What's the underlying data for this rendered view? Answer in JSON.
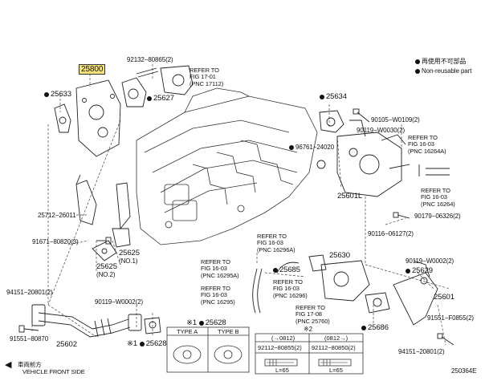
{
  "legend": {
    "reusable_text": "再使用不可部品",
    "nonreusable_text": "Non-reusable part",
    "marker1": "※1",
    "marker2": "※2"
  },
  "parts": {
    "p25800": "25800",
    "p92132": "92132−80865(2)",
    "p25633": "25633",
    "p25627": "25627",
    "p25634": "25634",
    "p90105": "90105−W0109(2)",
    "p90119a": "90119−W0030(2)",
    "p96761": "96761−24020",
    "p25601L": "25601L",
    "p90179": "90179−06326(2)",
    "p90116": "90116−06127(2)",
    "p25712": "25712−26011",
    "p91671": "91671−80820(3)",
    "p25625": "25625",
    "p25625_no1": "(NO.1)",
    "p25625b": "25625",
    "p25625_no2": "(NO.2)",
    "p25685": "25685",
    "p25630": "25630",
    "p90119b": "90119−W0002(2)",
    "p25629": "25629",
    "p25601": "25601",
    "p91551a": "91551−F0855(2)",
    "p94151a": "94151−20801(2)",
    "p94151b": "94151−20801(2)",
    "p90119c": "90119−W0002(2)",
    "p91551b": "91551−80870",
    "p25602": "25602",
    "p25628": "25628",
    "p25628b": "25628",
    "p25686": "25686",
    "p92112a": "92112−80855(2)",
    "p92112b": "92112−80850(2)"
  },
  "refs": {
    "r1": [
      "REFER TO",
      "FIG 17-01",
      "(PNC 17112)"
    ],
    "r2": [
      "REFER TO",
      "FIG 16-03",
      "(PNC 16264A)"
    ],
    "r3": [
      "REFER TO",
      "FIG 16-03",
      "(PNC 16264)"
    ],
    "r4": [
      "REFER TO",
      "FIG 16-03",
      "(PNC 16296A)"
    ],
    "r5": [
      "REFER TO",
      "FIG 16-03",
      "(PNC 16295A)"
    ],
    "r6": [
      "REFER TO",
      "FIG 16-03",
      "(PNC 16296)"
    ],
    "r7": [
      "REFER TO",
      "FIG 16-03",
      "(PNC 16295)"
    ],
    "r8": [
      "REFER TO",
      "FIG 17-08",
      "(PNC 25760)"
    ]
  },
  "table": {
    "type_a": "TYPE A",
    "type_b": "TYPE B",
    "col1": "(→0812)",
    "col2": "(0812→)",
    "dim1": "L=65",
    "dim2": "L=65"
  },
  "footer": {
    "front_jp": "車両前方",
    "front_en": "VEHICLE FRONT SIDE",
    "fig_id": "250364E"
  }
}
